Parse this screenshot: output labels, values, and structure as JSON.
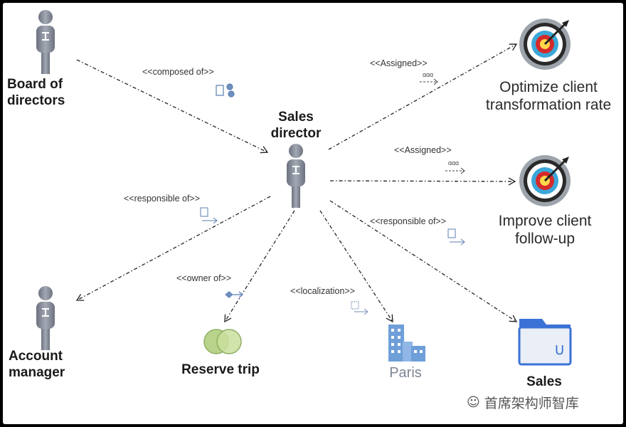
{
  "nodes": {
    "board": "Board of\ndirectors",
    "sales_director": "Sales\ndirector",
    "account_manager": "Account\nmanager",
    "reserve_trip": "Reserve trip",
    "paris": "Paris",
    "sales_department": "Sales",
    "optimize": "Optimize client\ntransformation rate",
    "improve": "Improve client\nfollow-up"
  },
  "relations": {
    "composed_of": "<<composed of>>",
    "assigned_1": "<<Assigned>>",
    "assigned_2": "<<Assigned>>",
    "responsible_1": "<<responsible of>>",
    "responsible_2": "<<responsible of>>",
    "owner_of": "<<owner of>>",
    "localization": "<<localization>>"
  },
  "colors": {
    "actor": "#8a8f9c",
    "target_red": "#d42a2a",
    "process_green": "#b9d38a",
    "site_blue": "#6f9fd8",
    "org_blue": "#3a72d6"
  },
  "watermark": "首席架构师智库"
}
